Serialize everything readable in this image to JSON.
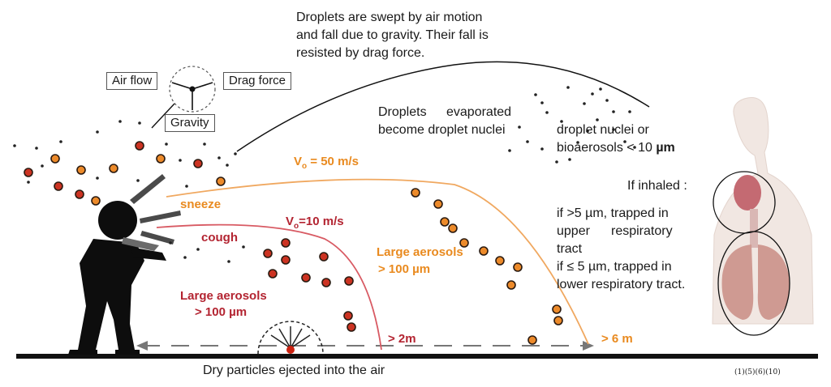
{
  "caption": {
    "line1": "Droplets are swept by air motion",
    "line2": "and fall due to gravity. Their fall is",
    "line3": "resisted by drag force."
  },
  "forces": {
    "air_flow": "Air flow",
    "drag_force": "Drag force",
    "gravity": "Gravity"
  },
  "evaporated": {
    "word1": "Droplets",
    "word2": "evaporated",
    "line2": "become droplet nuclei"
  },
  "nuclei": {
    "line1": "droplet nuclei or",
    "line2_prefix": "bioaerosols  < 10 ",
    "unit": "µm"
  },
  "sneeze": {
    "label": "sneeze",
    "velocity": "V",
    "sub": "o",
    "velocity_value": " = 50 m/s"
  },
  "cough": {
    "label": "cough",
    "velocity": "V",
    "sub": "o",
    "velocity_value": "=10 m/s"
  },
  "aerosols_left": {
    "line1": "Large aerosols",
    "line2": "> 100 µm"
  },
  "aerosols_right": {
    "line1": "Large aerosols",
    "line2": "> 100 µm"
  },
  "distances": {
    "short": "> 2m",
    "long": "> 6 m"
  },
  "inhaled": {
    "title": "If inhaled :",
    "upper_1": "if >5 µm, trapped in",
    "upper_2a": "upper",
    "upper_2b": "respiratory",
    "upper_3": "tract",
    "lower_1": "if ≤ 5 µm, trapped in",
    "lower_2": "lower respiratory tract."
  },
  "ground_caption": "Dry particles ejected into the air",
  "citation": "(1)(5)(6)(10)",
  "colors": {
    "orange": "#e98a1f",
    "red": "#b32431",
    "droplet_red": "#cc3322",
    "droplet_orange": "#ec8a2a",
    "ground": "#111111"
  }
}
